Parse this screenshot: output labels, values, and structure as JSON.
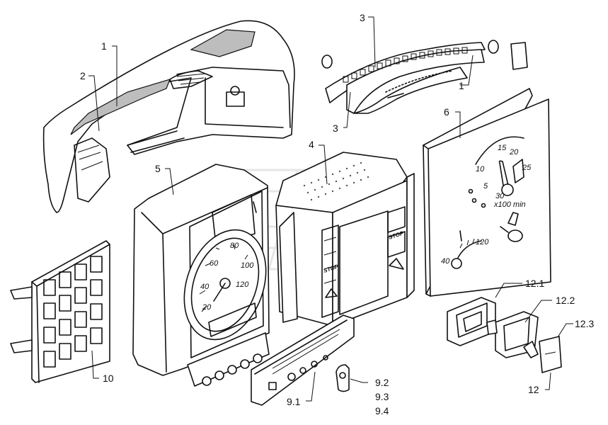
{
  "callouts": {
    "c1a": "1",
    "c1b": "1",
    "c2": "2",
    "c3a": "3",
    "c3b": "3",
    "c4": "4",
    "c5": "5",
    "c6": "6",
    "c9_1": "9.1",
    "c9_2": "9.2",
    "c9_3": "9.3",
    "c9_4": "9.4",
    "c10": "10",
    "c12": "12",
    "c12_1": "12.1",
    "c12_2": "12.2",
    "c12_3": "12.3"
  },
  "speedometer": {
    "ticks": [
      "20",
      "40",
      "60",
      "80",
      "100",
      "120"
    ]
  },
  "tachometer": {
    "ticks": [
      "5",
      "10",
      "15",
      "20",
      "25",
      "30"
    ],
    "unit": "x100 min"
  },
  "temp_gauge": {
    "ticks": [
      "40",
      "120"
    ]
  },
  "control_module": {
    "button_1": "STOP",
    "button_2": "STOP"
  }
}
